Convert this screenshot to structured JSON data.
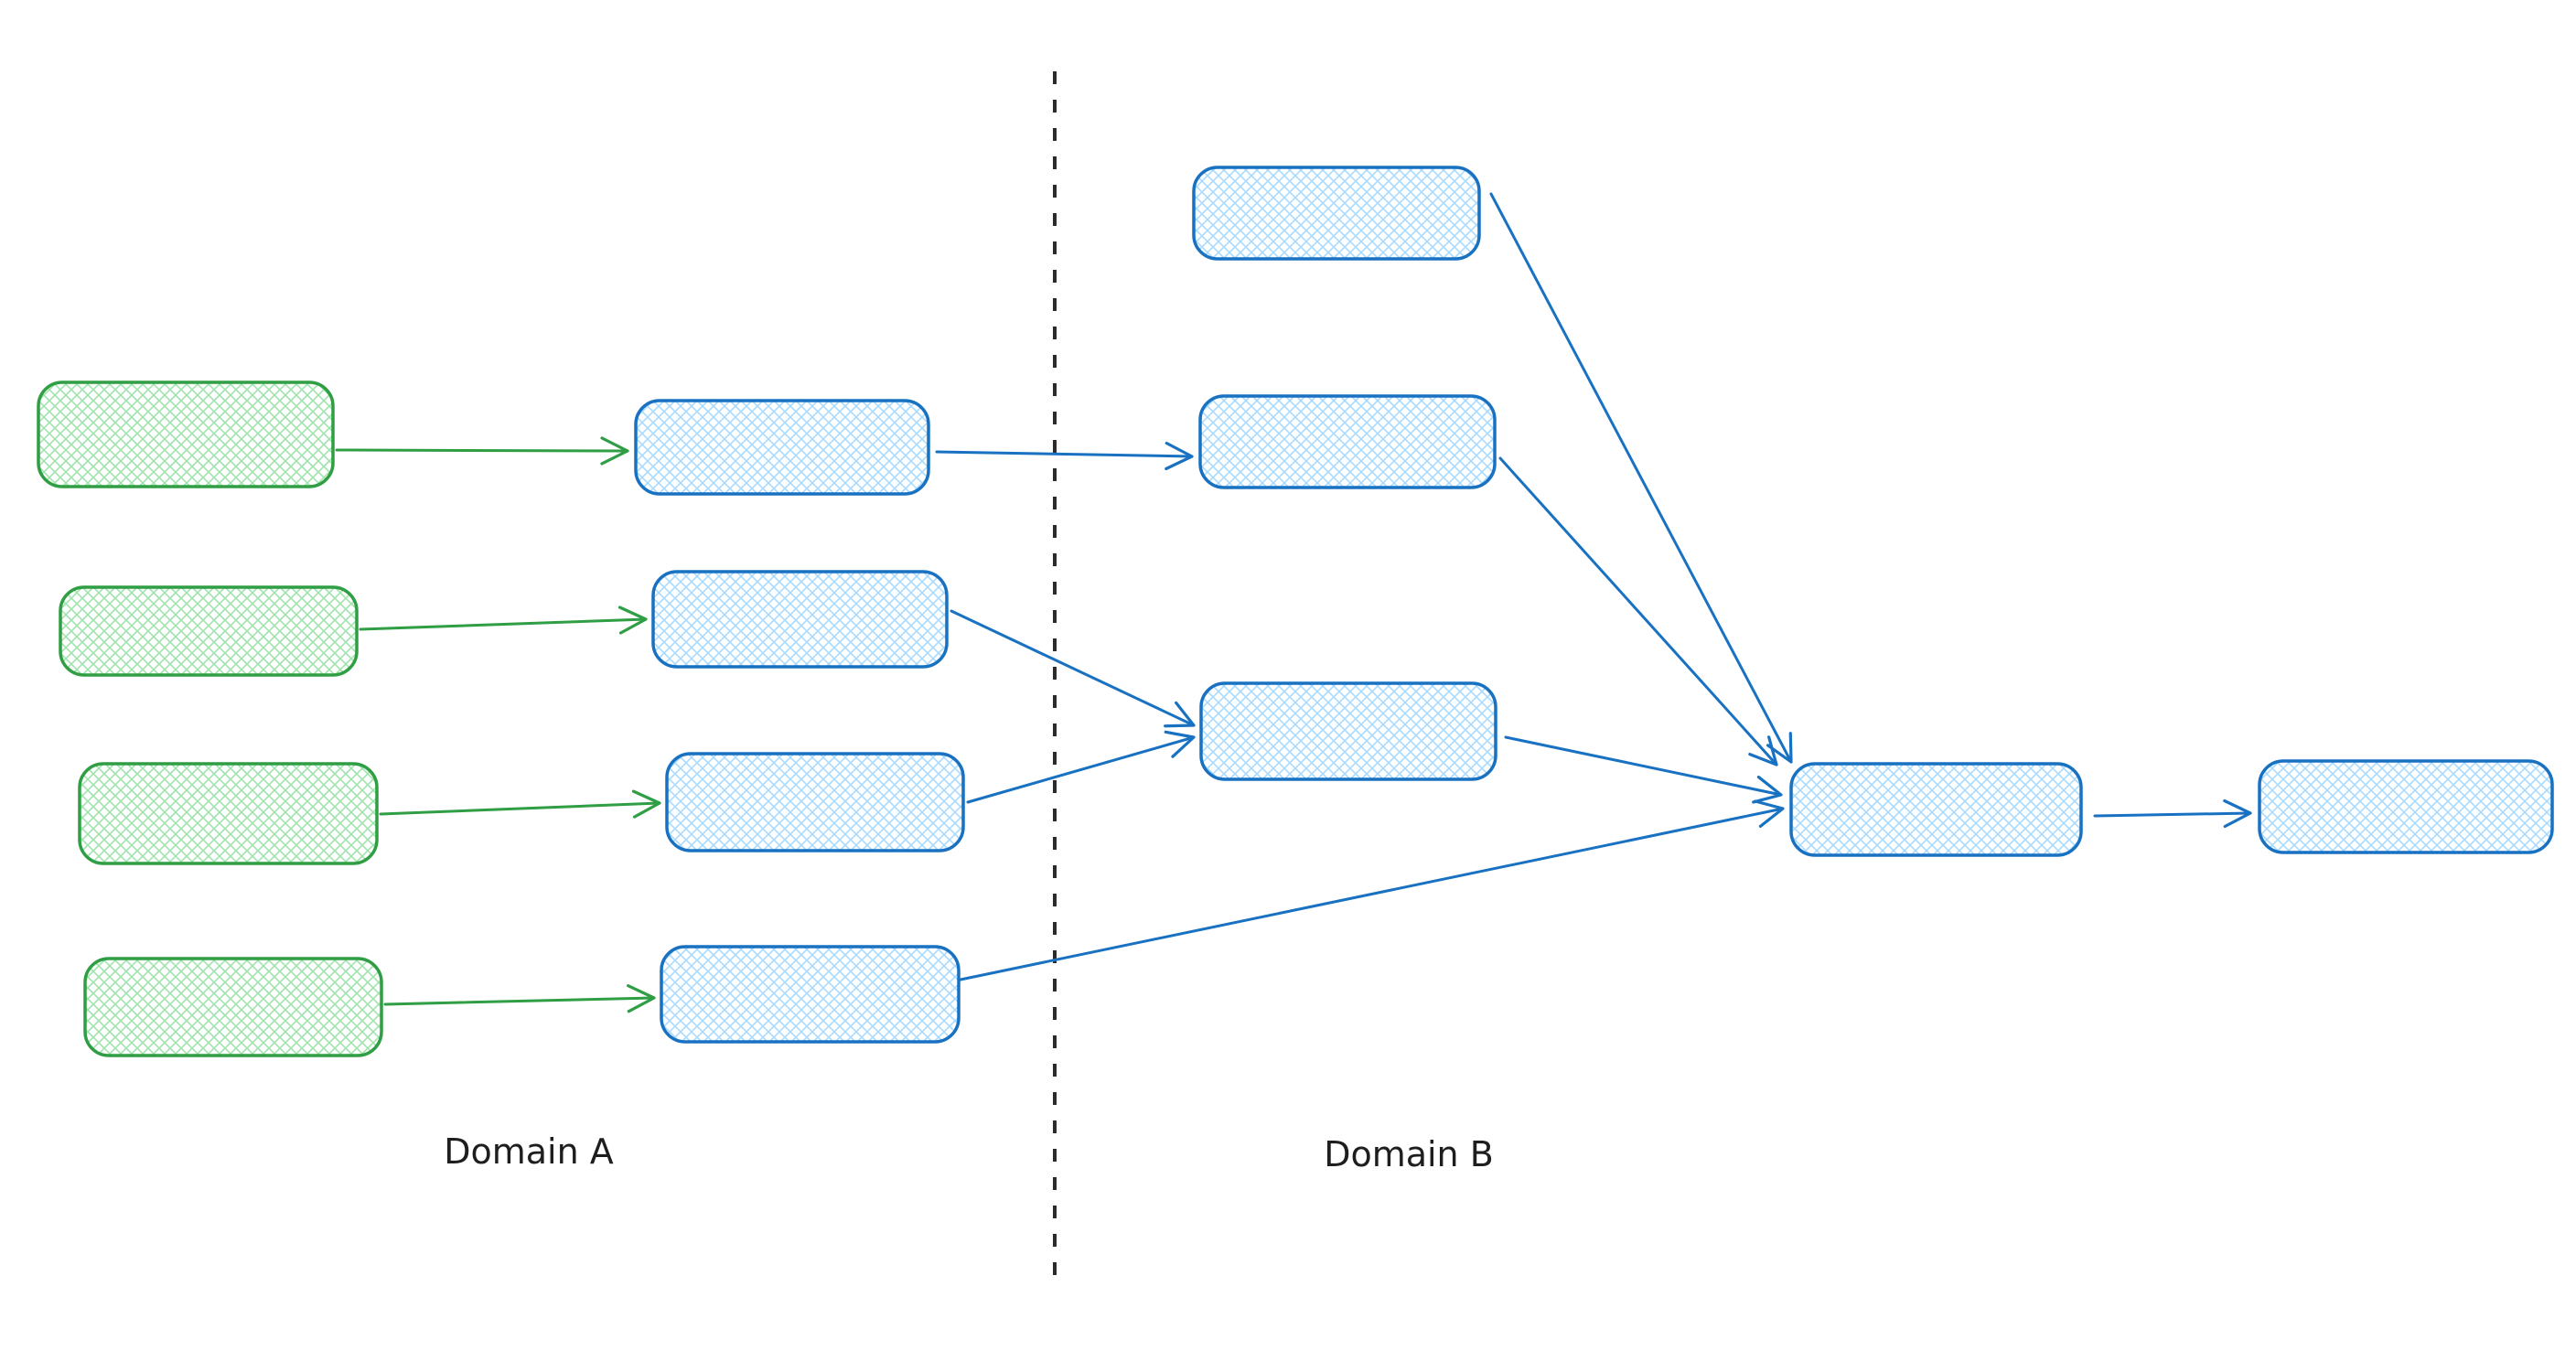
{
  "labels": {
    "domain_a": "Domain A",
    "domain_b": "Domain B"
  },
  "colors": {
    "green_stroke": "#2f9e44",
    "green_fill": "#9be3a8",
    "blue_stroke": "#1971c2",
    "blue_fill": "#a5d8ff",
    "divider": "#2b2b2b",
    "label_text": "#1e1e1e",
    "background": "#ffffff"
  },
  "graph": {
    "nodes": [
      {
        "id": "green-box-1",
        "domain": "Domain A",
        "style": "green"
      },
      {
        "id": "green-box-2",
        "domain": "Domain A",
        "style": "green"
      },
      {
        "id": "green-box-3",
        "domain": "Domain A",
        "style": "green"
      },
      {
        "id": "green-box-4",
        "domain": "Domain A",
        "style": "green"
      },
      {
        "id": "blue-box-a1",
        "domain": "Domain A",
        "style": "blue"
      },
      {
        "id": "blue-box-a2",
        "domain": "Domain A",
        "style": "blue"
      },
      {
        "id": "blue-box-a3",
        "domain": "Domain A",
        "style": "blue"
      },
      {
        "id": "blue-box-a4",
        "domain": "Domain A",
        "style": "blue"
      },
      {
        "id": "blue-box-b1",
        "domain": "Domain B",
        "style": "blue"
      },
      {
        "id": "blue-box-b2",
        "domain": "Domain B",
        "style": "blue"
      },
      {
        "id": "blue-box-b3",
        "domain": "Domain B",
        "style": "blue"
      },
      {
        "id": "blue-box-b4-converge",
        "domain": "Domain B",
        "style": "blue"
      },
      {
        "id": "blue-box-b5-final",
        "domain": "Domain B",
        "style": "blue"
      }
    ],
    "edges": [
      {
        "from": "green-box-1",
        "to": "blue-box-a1",
        "style": "green"
      },
      {
        "from": "green-box-2",
        "to": "blue-box-a2",
        "style": "green"
      },
      {
        "from": "green-box-3",
        "to": "blue-box-a3",
        "style": "green"
      },
      {
        "from": "green-box-4",
        "to": "blue-box-a4",
        "style": "green"
      },
      {
        "from": "blue-box-a1",
        "to": "blue-box-b2",
        "style": "blue"
      },
      {
        "from": "blue-box-a2",
        "to": "blue-box-b3",
        "style": "blue"
      },
      {
        "from": "blue-box-a3",
        "to": "blue-box-b3",
        "style": "blue"
      },
      {
        "from": "blue-box-a4",
        "to": "blue-box-b4-converge",
        "style": "blue"
      },
      {
        "from": "blue-box-b1",
        "to": "blue-box-b4-converge",
        "style": "blue"
      },
      {
        "from": "blue-box-b2",
        "to": "blue-box-b4-converge",
        "style": "blue"
      },
      {
        "from": "blue-box-b3",
        "to": "blue-box-b4-converge",
        "style": "blue"
      },
      {
        "from": "blue-box-b4-converge",
        "to": "blue-box-b5-final",
        "style": "blue"
      }
    ]
  }
}
